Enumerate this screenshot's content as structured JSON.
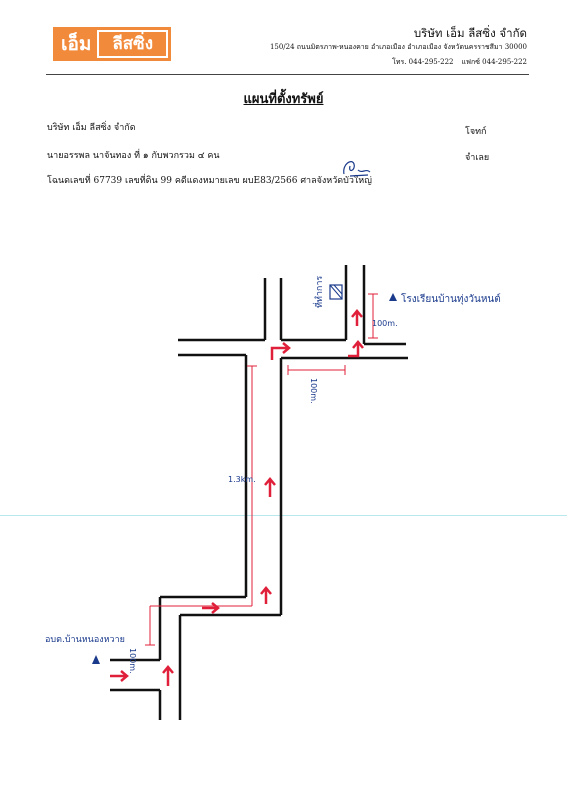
{
  "header": {
    "logo_part1": "เอ็ม",
    "logo_part2": "ลีสซิ่ง",
    "company": "บริษัท เอ็ม ลีสซิ่ง จำกัด",
    "address": "150/24 ถนนมิตรภาพ-หนองคาย อำเภอเมือง อำเภอเมือง จังหวัดนครราชสีมา 30000",
    "phone": "โทร. 044-295-222",
    "fax": "แฟกซ์ 044-295-222"
  },
  "document": {
    "title": "แผนที่ตั้งทรัพย์",
    "line1": "บริษัท เอ็ม ลีสซิ่ง จำกัด",
    "line1_right": "โจทก์",
    "line2": "นายอรรพล นาจันทอง ที่ ๑ กับพวกรวม ๔ คน",
    "line2_right": "จำเลย",
    "line3": "โฉนดเลขที่ 67739 เลขที่ดิน 99 คดีแดงหมายเลข ผบE83/2566 ศาลจังหวัดบัวใหญ่"
  },
  "map": {
    "school_label": "โรงเรียนบ้านทุ่งวันหนต์",
    "village_label": "ที่ทำการ",
    "start_label": "อบต.บ้านหนองหวาย",
    "dist_top_right": "100m.",
    "dist_top_mid": "100m.",
    "dist_main": "1.3km.",
    "dist_bottom": "100m.",
    "colors": {
      "road": "#111111",
      "route": "#e0203a",
      "ink": "#1a3a8c"
    }
  }
}
